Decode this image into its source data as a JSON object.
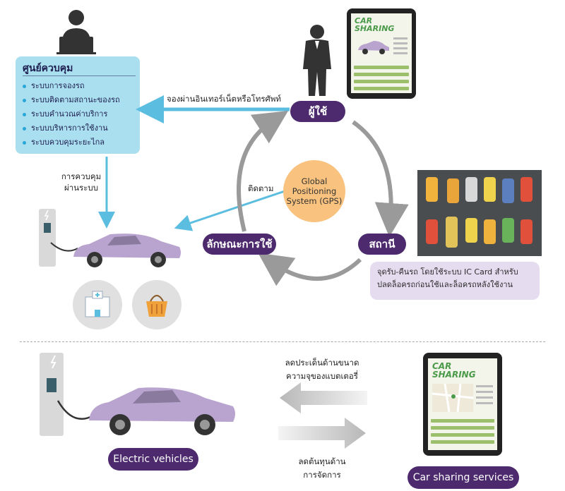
{
  "control_center": {
    "title": "ศูนย์ควบคุม",
    "items": [
      "ระบบการจองรถ",
      "ระบบติดตามสถานะของรถ",
      "ระบบคำนวณค่าบริการ",
      "ระบบบริหารการใช้งาน",
      "ระบบควบคุมระยะไกล"
    ]
  },
  "labels": {
    "booking": "จองผ่านอินเทอร์เน็ตหรือโทรศัพท์",
    "remote_control_1": "การควบคุม",
    "remote_control_2": "ผ่านระบบ",
    "tracking": "ติดตาม",
    "user": "ผู้ใช้",
    "station": "สถานี",
    "usage": "ลักษณะการใช้",
    "gps_1": "Global",
    "gps_2": "Positioning",
    "gps_3": "System (GPS)",
    "station_note": "จุดรับ-คืนรถ โดยใช้ระบบ IC Card สำหรับปลดล็อครถก่อนใช้และล็อครถหลังใช้งาน",
    "electric_vehicles": "Electric vehicles",
    "car_sharing_services": "Car sharing services",
    "reduce_battery_1": "ลดประเด็นด้านขนาด",
    "reduce_battery_2": "ความจุของแบตเตอรี่",
    "reduce_cost_1": "ลดต้นทุนด้าน",
    "reduce_cost_2": "การจัดการ"
  },
  "app": {
    "brand_line1": "CAR",
    "brand_line2": "SHARING"
  },
  "colors": {
    "pill": "#4d2a6e",
    "control_bg": "#a9dfee",
    "blue_arrow": "#5bbde0",
    "gray_arrow": "#9a9a9a",
    "gps_circle": "#f9c27e",
    "note_bg": "#e6dcef",
    "car_body": "#b9a4cf"
  },
  "icons": [
    "operator-icon",
    "user-icon",
    "charger-icon",
    "car-icon",
    "hospital-icon",
    "shopping-basket-icon",
    "tablet-icon",
    "parking-lot-icon"
  ]
}
